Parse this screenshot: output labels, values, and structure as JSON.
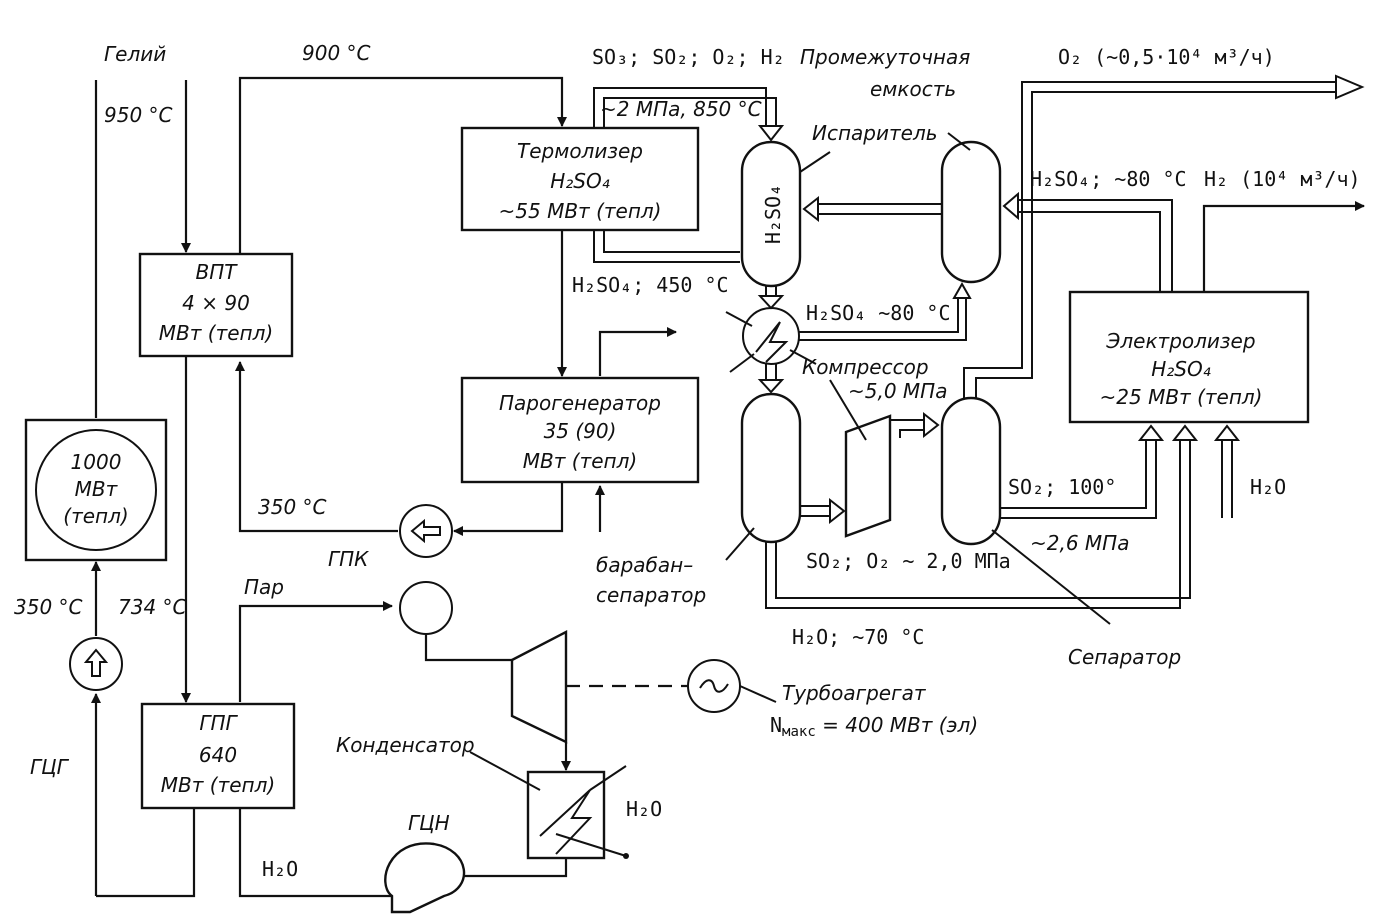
{
  "labels": {
    "helium": "Гелий",
    "t950": "950 °C",
    "t900": "900 °C",
    "gas_mix": "SO₃; SO₂; O₂; H₂",
    "press_2mpa": "~2 МПа, 850 °C",
    "intermediate_tank": "Промежуточная",
    "intermediate_tank_2": "емкость",
    "o2_out": "O₂ (~0,5·10⁴ м³/ч)",
    "evaporator": "Испаритель",
    "h2so4_80_top": "H₂SO₄; ~80 °C",
    "h2_out": "H₂ (10⁴ м³/ч)",
    "h2so4_vertical": "H₂SO₄",
    "h2so4_450": "H₂SO₄; 450 °C",
    "h2so4_80_mid": "H₂SO₄ ~80 °C",
    "compressor": "Компрессор",
    "press_5mpa": "~5,0 МПа",
    "so2_100": "SO₂; 100°",
    "press_26": "~2,6 МПа",
    "h2o_right": "H₂O",
    "t350_mid": "350 °C",
    "gpk": "ГПК",
    "drum": "барабан–",
    "drum_2": "сепаратор",
    "so2_o2": "SO₂; O₂ ~ 2,0 МПа",
    "h2o_70": "H₂O; ~70 °C",
    "separator": "Сепаратор",
    "t350_left": "350 °C",
    "t734": "734 °C",
    "steam": "Пар",
    "turbo": "Турбоагрегат",
    "nmax": "N",
    "nmax_sub": "макс",
    "nmax_val": " = 400 МВт (эл)",
    "condenser": "Конденсатор",
    "gcg": "ГЦГ",
    "gcn": "ГЦН",
    "h2o_cond": "H₂O",
    "h2o_bottom": "H₂O"
  },
  "boxes": {
    "thermolyzer": [
      "Термолизер",
      "H₂SO₄",
      "~55 МВт (тепл)"
    ],
    "vpt": [
      "ВПТ",
      "4 × 90",
      "МВт (тепл)"
    ],
    "steamgen": [
      "Парогенератор",
      "35 (90)",
      "МВт (тепл)"
    ],
    "electrolyzer": [
      "Электролизер",
      "H₂SO₄",
      "~25 МВт (тепл)"
    ],
    "reactor": [
      "1000",
      "МВт",
      "(тепл)"
    ],
    "gpg": [
      "ГПГ",
      "640",
      "МВт (тепл)"
    ]
  }
}
